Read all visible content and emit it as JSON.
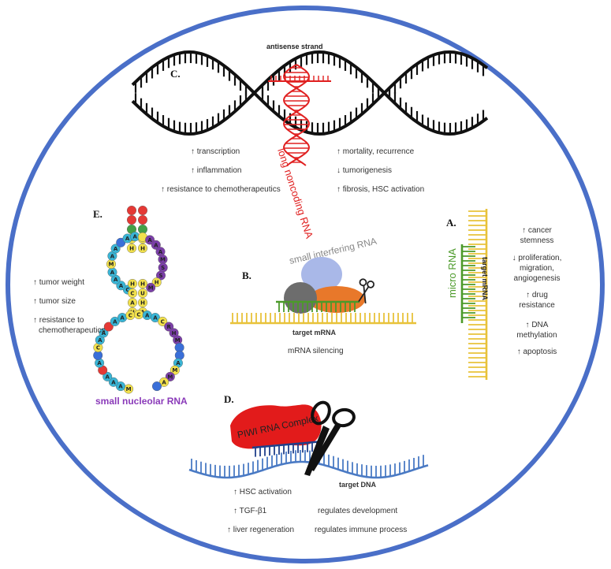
{
  "colors": {
    "circle": "#4a6fc8",
    "dna": "#111111",
    "lncrna": "#e02020",
    "mirna": "#4c9a2a",
    "target_mrna": "#e8c23a",
    "sirna_blue": "#a9b8e8",
    "sirna_gray": "#6d6d6d",
    "sirna_orange": "#e8782a",
    "snorna_label": "#8a3ab9",
    "piwi_red": "#e21b1b",
    "target_dna": "#4a7ac4"
  },
  "panel_c": {
    "letter": "C.",
    "strand_label": "antisense strand",
    "rna_label": "long noncoding RNA",
    "effects_left": [
      "↑ transcription",
      "↑ inflammation",
      "↑ resistance to chemotherapeutics"
    ],
    "effects_right": [
      "↑ mortality, recurrence",
      "↓ tumorigenesis",
      "↑ fibrosis, HSC activation"
    ]
  },
  "panel_a": {
    "letter": "A.",
    "mirna_label": "micro RNA",
    "target_label": "target mRNA",
    "effects": [
      "↑ cancer stemness",
      "↓ proliferation, migration, angiogenesis",
      "↑ drug resistance",
      "↑ DNA methylation",
      "↑ apoptosis"
    ]
  },
  "panel_b": {
    "letter": "B.",
    "rna_label": "small interfering RNA",
    "target_label": "target mRNA",
    "effect": "mRNA silencing"
  },
  "panel_e": {
    "letter": "E.",
    "rna_label": "small nucleolar RNA",
    "effects": [
      "↑ tumor weight",
      "↑ tumor size",
      "↑ resistance to chemotherapeutics"
    ]
  },
  "panel_d": {
    "letter": "D.",
    "complex_label": "PIWI RNA Complex",
    "target_label": "target DNA",
    "effects_left": [
      "↑ HSC activation",
      "↑ TGF-β1",
      "↑ liver regeneration"
    ],
    "effects_right": [
      "regulates development",
      "regulates immune process"
    ]
  }
}
